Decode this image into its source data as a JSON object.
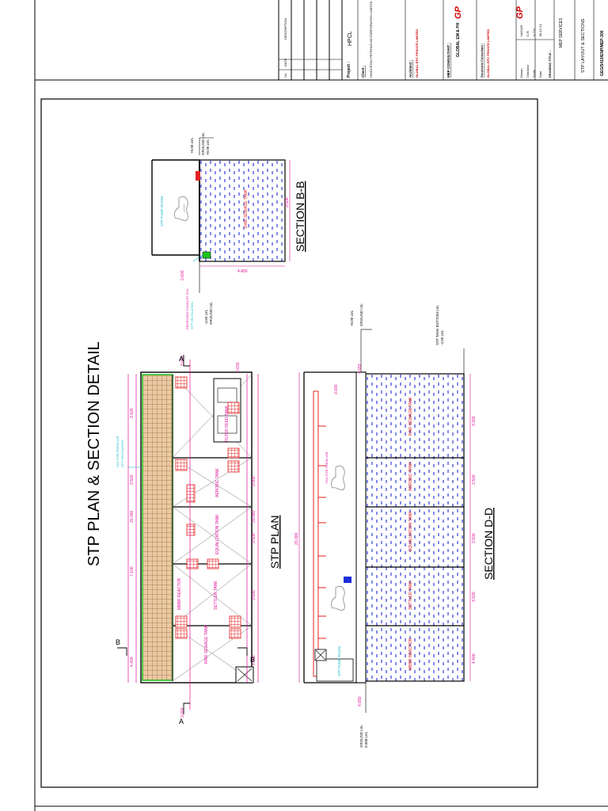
{
  "title": "STP PLAN & SECTION DETAIL",
  "views": {
    "plan": "STP PLAN",
    "section_bb": "SECTION B-B",
    "section_dd": "SECTION D-D"
  },
  "plan": {
    "sections": [
      "A",
      "A",
      "B",
      "B"
    ],
    "tanks": [
      "RAW SEWAGE TANK",
      "MBBR REACTOR",
      "SETTLER TANK",
      "EQUALIZATION TANK",
      "AEROBIC TANK",
      "FILTER FEED TANK",
      "PUMP ROOM"
    ],
    "dims_long": [
      "20.000",
      "4.400",
      "7.100",
      "3.500",
      "3.500",
      "3.500",
      "3.000"
    ],
    "notes": [
      "FAN FOR FRESH AIR",
      "STP VENTILATION",
      "3.000",
      "0.600",
      "0.150"
    ]
  },
  "section_bb": {
    "levels": [
      "GROUND LVL",
      "+0.00 LVL",
      "-4.50 LVL"
    ],
    "labels": [
      "STP PUMP ROOM",
      "RAW SEWAGE TANK",
      "PROPOSED EXHAUST FAN",
      "STP VENTILATION"
    ],
    "dims": [
      "4.450",
      "3.500",
      "0.600"
    ]
  },
  "section_dd": {
    "levels": [
      "GROUND LVL",
      "+0.00 LVL",
      "STP TANK BOTTOM LVL",
      "-4.50 LVL",
      "GROUND LVL",
      "0.000 LVL"
    ],
    "labels": [
      "STP PUMP ROOM",
      "MBBR REACTOR",
      "SETTLER TANK",
      "AEROBIC TANK",
      "EQUALIZATION TANK",
      "RAW SEWAGE TANK",
      "FAN FOR FRESH AIR"
    ],
    "dims": [
      "20.000",
      "4.400",
      "3.500",
      "3.500",
      "3.500",
      "3.000",
      "4.650",
      "3.000"
    ]
  },
  "title_block": {
    "project_label": "Project :",
    "project": "HPCL",
    "client_label": "Client :",
    "client": "HINDUSTAN PETROLEUM CORPORATION LIMITED",
    "architect_label": "Architect :",
    "architect": "GLOBAL EPC PRIVATE LIMITED",
    "mep_label": "MEP CONSULTANT :",
    "mep": "GLOBAL EM & PH",
    "structure_label": "Structural Consultant :",
    "structure": "GLOBAL EPC PRIVATE LIMITED",
    "logo": "GP",
    "drawing_title_label": "DRAWING TITLE :",
    "drawing_title": "STP LAYOUT & SECTIONS",
    "service": "MEP SERVICES",
    "drawing_no": "GEG/5410/ENP/MEP-300",
    "rows": [
      {
        "k": "Drawn",
        "v": "NAGAR"
      },
      {
        "k": "Checked",
        "v": "C.R."
      },
      {
        "k": "Scale",
        "v": "N.T.S."
      },
      {
        "k": "Date",
        "v": "08.12.23"
      }
    ],
    "revision_headers": [
      "No.",
      "DATE",
      "DESCRIPTION"
    ]
  },
  "colors": {
    "magenta": "#e0109a",
    "red": "#e32222",
    "blue": "#1b2fd9",
    "green": "#1ec41e",
    "cyan": "#18b9c9",
    "brown": "#9c6a3c"
  }
}
